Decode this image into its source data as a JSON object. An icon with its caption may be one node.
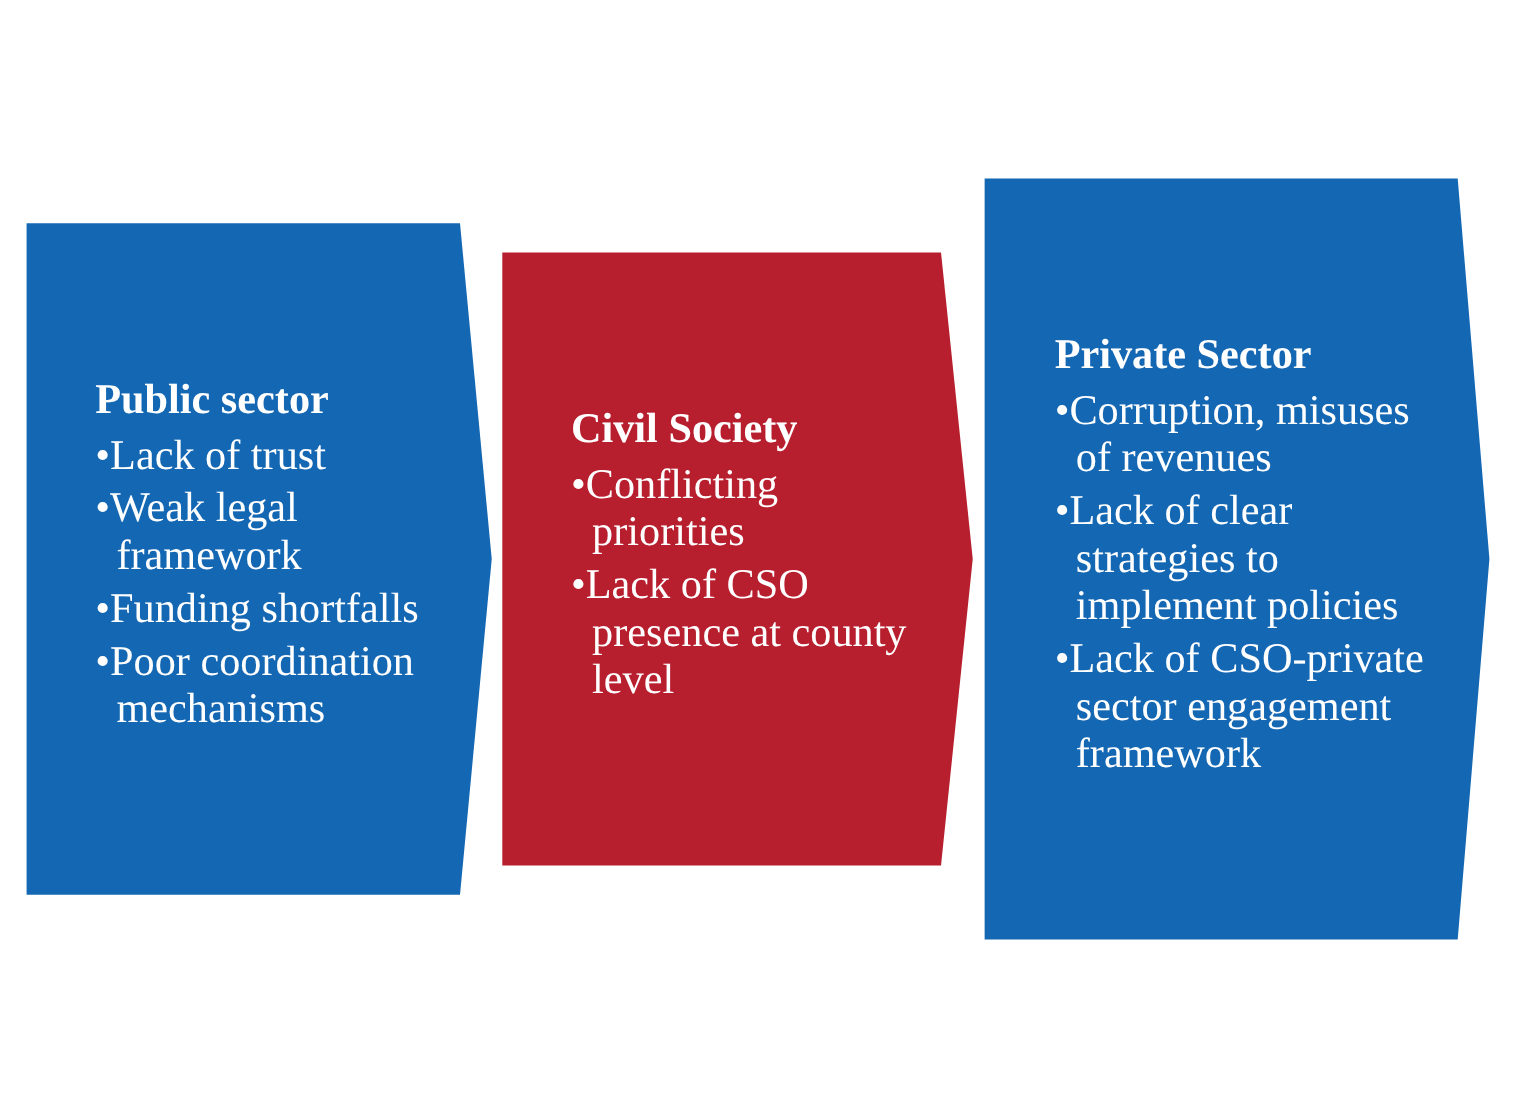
{
  "diagram": {
    "nodes": [
      {
        "text": [
          "Public sector",
          "•Lack of trust",
          "•Weak legal framework",
          "•Funding shortfalls",
          "•Poor coordination mechanisms"
        ]
      },
      {
        "text": [
          "Civil Society",
          "•Conflicting priorities",
          "•Lack of CSO presence at county level"
        ]
      },
      {
        "text": [
          "Private Sector",
          "•Corruption, misuses of revenues",
          "•Lack of clear strategies to implement policies",
          "•Lack of CSO-private sector engagement framework"
        ]
      }
    ],
    "edges": []
  }
}
